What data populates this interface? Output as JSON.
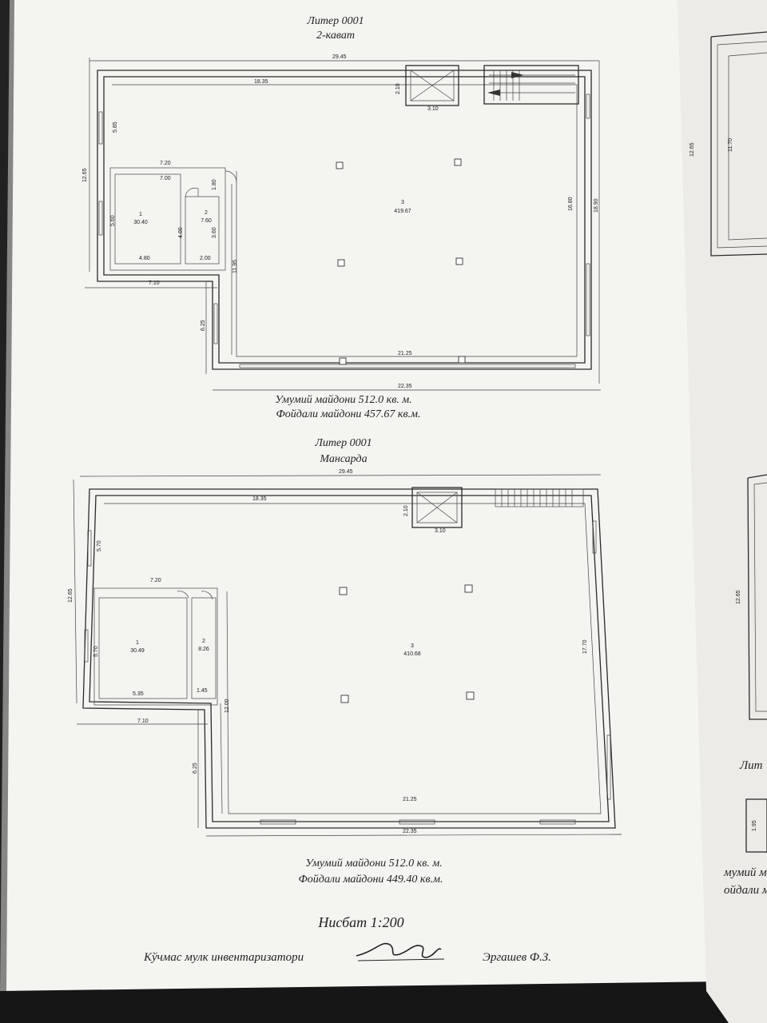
{
  "sheet": {
    "plan_top": {
      "title": "Литер 0001",
      "subtitle": "2-кават",
      "dims": {
        "total_width": "29.45",
        "inner_top": "18.35",
        "shaft_h": "2.10",
        "shaft_w": "3.10",
        "left_upper": "5.85",
        "overall_h": "12.65",
        "room_outer_w": "7.20",
        "room_inner_w": "7.00",
        "r1_h": "5.60",
        "r2_h_top": "1.80",
        "r2_h": "3.60",
        "r2_inner": "4.00",
        "r1_w": "4.80",
        "r2_w": "2.00",
        "step_w": "7.10",
        "step_h": "6.25",
        "main_h": "11.95",
        "right_inner": "16.80",
        "right_outer": "18.90",
        "inner_bottom": "21.25",
        "outer_bottom": "22.35"
      },
      "rooms": [
        {
          "no": "1",
          "area": "30.40"
        },
        {
          "no": "2",
          "area": "7.60"
        },
        {
          "no": "3",
          "area": "419.67"
        }
      ],
      "total_area": "Умумий майдони 512.0 кв. м.",
      "useful_area": "Фойдали майдони 457.67 кв.м."
    },
    "plan_bottom": {
      "title": "Литер 0001",
      "subtitle": "Мансарда",
      "dims": {
        "total_width": "29.45",
        "inner_top": "18.35",
        "shaft_h": "2.10",
        "shaft_w": "3.10",
        "left_upper": "5.70",
        "overall_h": "12.65",
        "room_outer_w": "7.20",
        "r1_h": "5.70",
        "r1_w": "5.35",
        "r2_w": "1.45",
        "step_w": "7.10",
        "step_h": "6.25",
        "main_h": "12.00",
        "right_inner": "17.70",
        "inner_bottom": "21.25",
        "outer_bottom": "22.35"
      },
      "rooms": [
        {
          "no": "1",
          "area": "30.49"
        },
        {
          "no": "2",
          "area": "8.26"
        },
        {
          "no": "3",
          "area": "410.68"
        }
      ],
      "total_area": "Умумий майдони 512.0 кв. м.",
      "useful_area": "Фойдали майдони 449.40 кв.м."
    },
    "scale": "Нисбат 1:200",
    "inventory_label": "Кўчмас мулк инвентаризатори",
    "inventory_name": "Эргашев Ф.З.",
    "side_sheet": {
      "dim_a": "12.65",
      "dim_b": "11.70",
      "dim_c": "12.65",
      "dim_d": "1.95",
      "title_fragment": "Лит",
      "area_fragment_1": "мумий м",
      "area_fragment_2": "ойдали м"
    }
  }
}
